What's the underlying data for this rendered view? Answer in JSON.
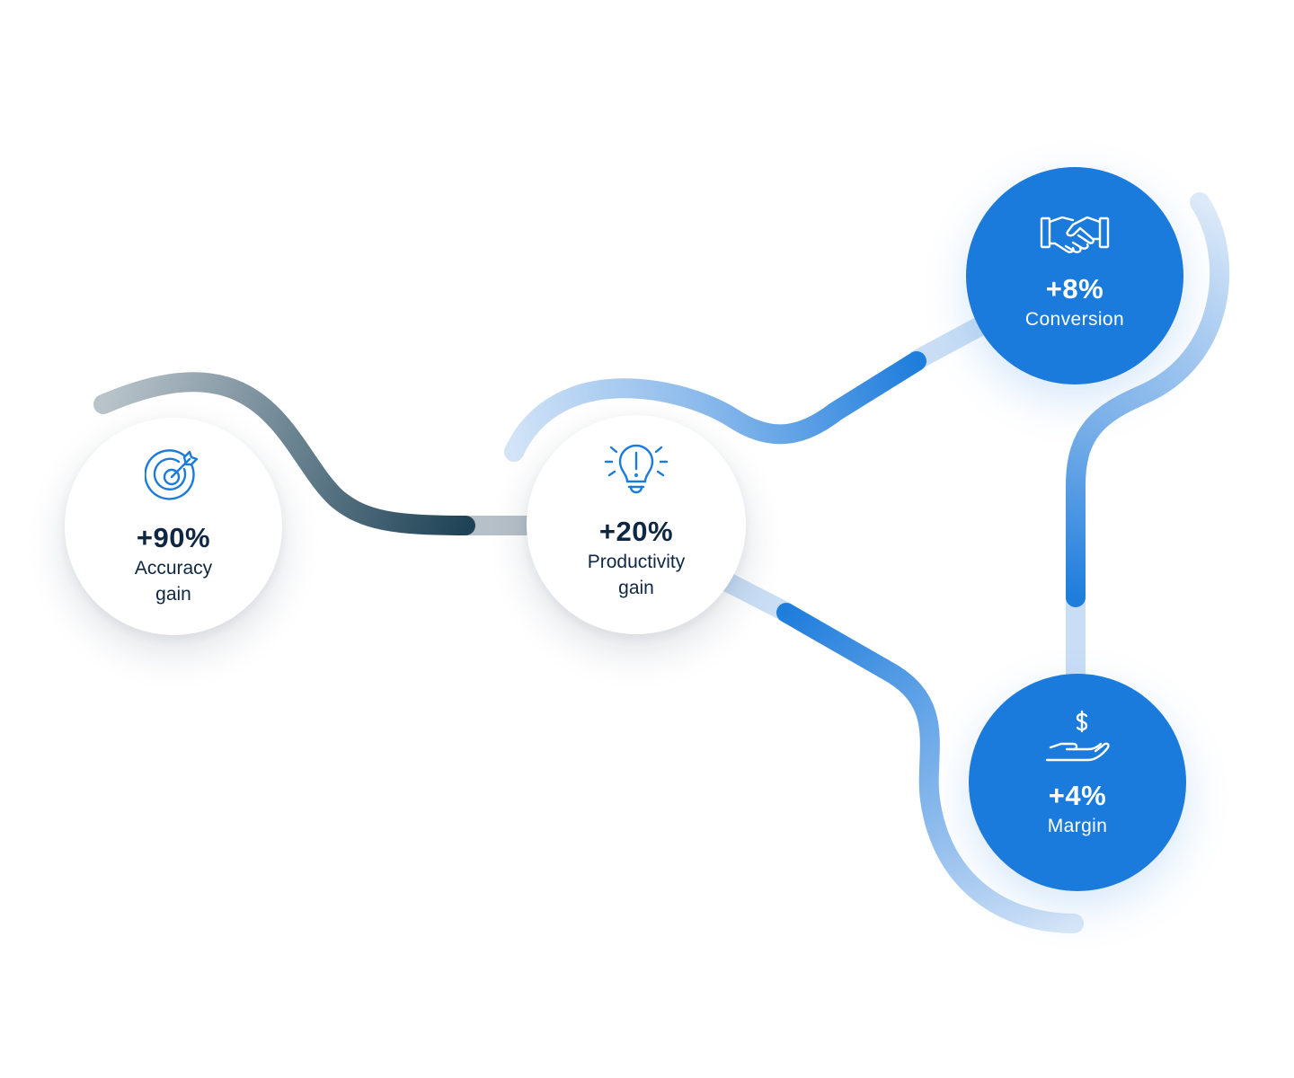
{
  "nodes": [
    {
      "id": "accuracy",
      "value": "+90%",
      "label_line1": "Accuracy",
      "label_line2": "gain",
      "icon": "target-icon",
      "style": "light"
    },
    {
      "id": "productivity",
      "value": "+20%",
      "label_line1": "Productivity",
      "label_line2": "gain",
      "icon": "lightbulb-icon",
      "style": "light"
    },
    {
      "id": "conversion",
      "value": "+8%",
      "label_line1": "Conversion",
      "label_line2": "",
      "icon": "handshake-icon",
      "style": "dark"
    },
    {
      "id": "margin",
      "value": "+4%",
      "label_line1": "Margin",
      "label_line2": "",
      "icon": "hand-dollar-icon",
      "style": "dark"
    }
  ],
  "colors": {
    "primary_blue": "#1a7bdc",
    "light_blue": "#cfe2f6",
    "dark_slate": "#1f4356",
    "slate_light": "#b4bec6",
    "text_dark": "#0f2742"
  }
}
